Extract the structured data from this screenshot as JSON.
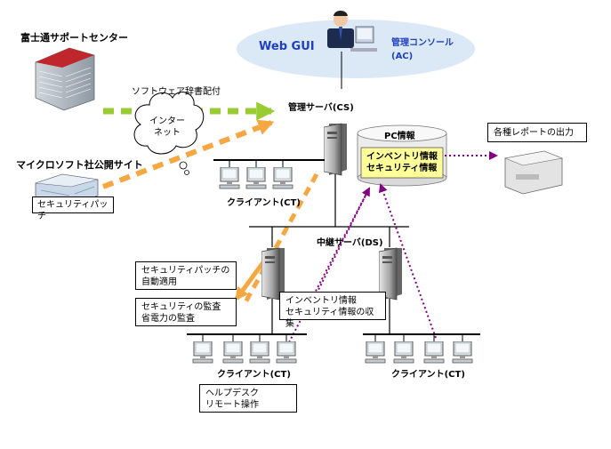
{
  "labels": {
    "fujitsu_center": "富士通サポートセンター",
    "software_dict": "ソフトウェア辞書配付",
    "internet": "インター\nネット",
    "microsoft_site": "マイクロソフト社公開サイト",
    "security_patch": "セキュリティパッチ",
    "web_gui": "Web GUI",
    "admin_console": "管理コンソール\n(AC)",
    "admin_server": "管理サーバ(CS)",
    "pc_info": "PC情報",
    "inventory_security": "インベントリ情報\nセキュリティ情報",
    "reports": "各種レポートの出力",
    "client_top": "クライアント(CT)",
    "relay_server": "中継サーバ(DS)",
    "auto_apply": "セキュリティパッチの\n自動適用",
    "audit": "セキュリティの監査\n省電力の監査",
    "collect": "インベントリ情報\nセキュリティ情報の収集",
    "client_left": "クライアント(CT)",
    "client_right": "クライアント(CT)",
    "helpdesk": "ヘルプデスク\nリモート操作"
  },
  "colors": {
    "green_arrow": "#99cc33",
    "orange_arrow": "#f5a742",
    "purple_dotted": "#800080",
    "web_gui_blue": "#1f3fbf",
    "highlight_yellow": "#ffff99",
    "ellipse_blue": "#dbe9f7"
  },
  "icons": [
    "building-icon",
    "cloud-icon",
    "user-at-pc-icon",
    "server-icon",
    "database-icon",
    "printer-icon",
    "client-pc-icon"
  ]
}
